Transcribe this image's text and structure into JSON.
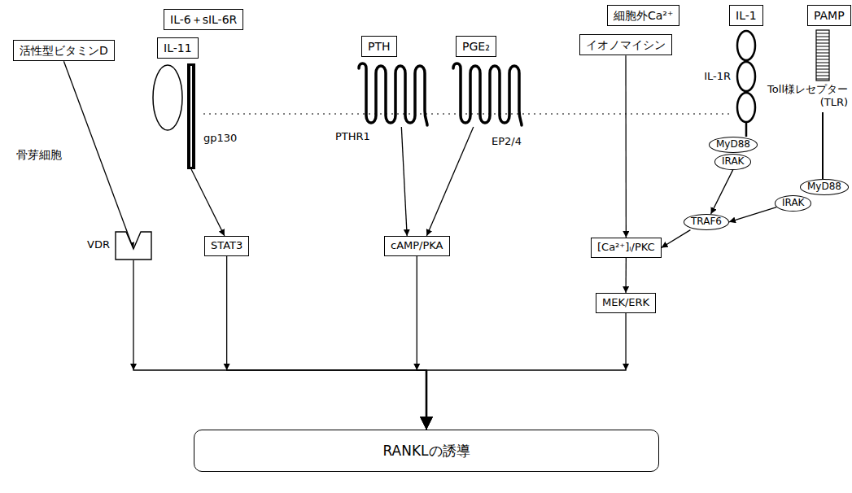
{
  "diagram": {
    "nodes": [
      {
        "text": [
          "活性型ビタミンD"
        ]
      },
      {
        "text": [
          "IL-6＋sIL-6R"
        ]
      },
      {
        "text": [
          "IL-11"
        ]
      },
      {
        "text": [
          "gp130"
        ]
      },
      {
        "text": [
          "PTH"
        ]
      },
      {
        "text": [
          "PTHR1"
        ]
      },
      {
        "text": [
          "PGE₂"
        ]
      },
      {
        "text": [
          "EP2/4"
        ]
      },
      {
        "text": [
          "細胞外Ca²⁺"
        ]
      },
      {
        "text": [
          "イオノマイシン"
        ]
      },
      {
        "text": [
          "IL-1"
        ]
      },
      {
        "text": [
          "IL-1R"
        ]
      },
      {
        "text": [
          "PAMP"
        ]
      },
      {
        "text": [
          "Toll様レセプター (TLR)"
        ]
      },
      {
        "text": [
          "MyD88"
        ]
      },
      {
        "text": [
          "IRAK"
        ]
      },
      {
        "text": [
          "MyD88"
        ]
      },
      {
        "text": [
          "IRAK"
        ]
      },
      {
        "text": [
          "TRAF6"
        ]
      },
      {
        "text": [
          "VDR"
        ]
      },
      {
        "text": [
          "STAT3"
        ]
      },
      {
        "text": [
          "cAMP/PKA"
        ]
      },
      {
        "text": [
          "[Ca²⁺]ᵢ/PKC"
        ]
      },
      {
        "text": [
          "MEK/ERK"
        ]
      },
      {
        "text": [
          "RANKLの誘導"
        ]
      }
    ],
    "edges": [
      {
        "from": 0,
        "to": 19,
        "arrow": "to"
      },
      {
        "from": 3,
        "to": 20,
        "arrow": "to"
      },
      {
        "from": 5,
        "to": 21,
        "arrow": "to"
      },
      {
        "from": 7,
        "to": 21,
        "arrow": "to"
      },
      {
        "from": 9,
        "to": 22,
        "arrow": "to"
      },
      {
        "from": 15,
        "to": 18,
        "arrow": "to"
      },
      {
        "from": 17,
        "to": 18,
        "arrow": "to"
      },
      {
        "from": 18,
        "to": 22,
        "arrow": "to"
      },
      {
        "from": 22,
        "to": 23,
        "arrow": "to"
      },
      {
        "from": 19,
        "to": 24,
        "arrow": "to"
      },
      {
        "from": 20,
        "to": 24,
        "arrow": "to"
      },
      {
        "from": 21,
        "to": 24,
        "arrow": "to"
      },
      {
        "from": 23,
        "to": 24,
        "arrow": "to"
      }
    ],
    "labels": [
      "骨芽細胞"
    ]
  }
}
